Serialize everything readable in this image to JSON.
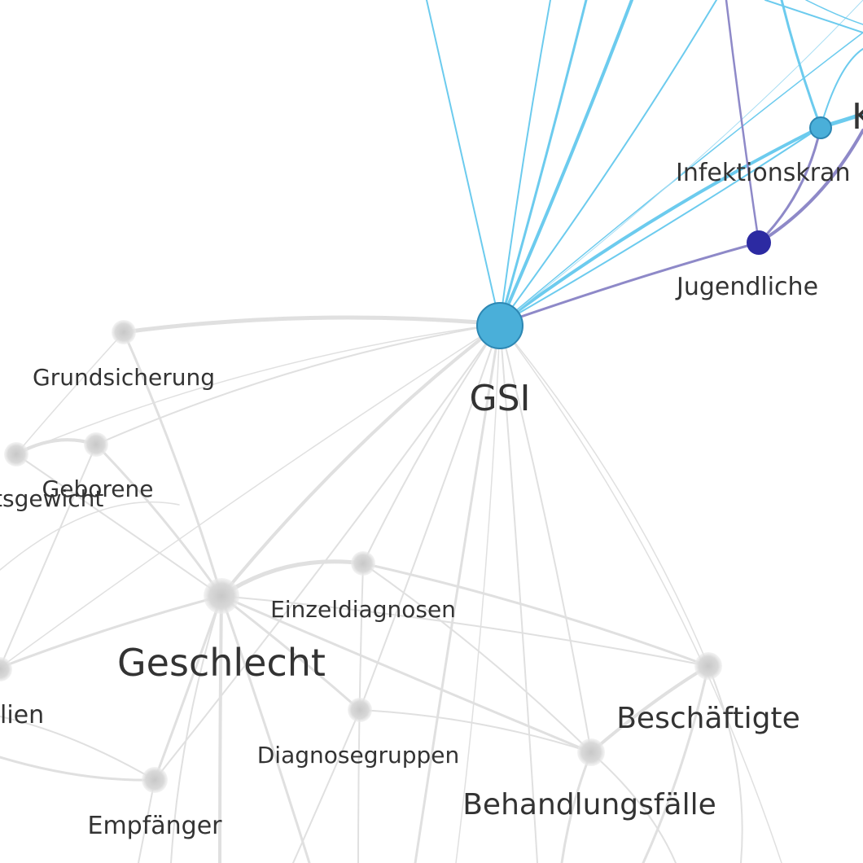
{
  "colors": {
    "background": "#ffffff",
    "inactive_node": "#d6d6d6",
    "inactive_edge": "#e0e0e0",
    "highlight_edge_cyan": "#6ccbee",
    "highlight_edge_purple": "#8e89c8",
    "node_gsi": "#4aafd9",
    "node_infektion": "#4aafd9",
    "node_jugendliche": "#2c2aa2",
    "label_text": "#333333"
  },
  "nodes": [
    {
      "id": "gsi",
      "label": "GSI",
      "state": "selected"
    },
    {
      "id": "infektion",
      "label": "Infektionskran",
      "state": "connected"
    },
    {
      "id": "jugendliche",
      "label": "Jugendliche",
      "state": "connected"
    },
    {
      "id": "offscreen_k",
      "label": "K",
      "state": "connected"
    },
    {
      "id": "grundsicherung",
      "label": "Grundsicherung",
      "state": "inactive"
    },
    {
      "id": "geborene",
      "label": "Geborene",
      "state": "inactive"
    },
    {
      "id": "gewicht",
      "label": "tsgewicht",
      "state": "inactive"
    },
    {
      "id": "einzeldiagnosen",
      "label": "Einzeldiagnosen",
      "state": "inactive"
    },
    {
      "id": "geschlecht",
      "label": "Geschlecht",
      "state": "inactive"
    },
    {
      "id": "lien",
      "label": "lien",
      "state": "inactive"
    },
    {
      "id": "diagnosegruppen",
      "label": "Diagnosegruppen",
      "state": "inactive"
    },
    {
      "id": "beschaeftigte",
      "label": "Beschäftigte",
      "state": "inactive"
    },
    {
      "id": "behandlungsfaelle",
      "label": "Behandlungsfälle",
      "state": "inactive"
    },
    {
      "id": "empfaenger",
      "label": "Empfänger",
      "state": "inactive"
    }
  ]
}
